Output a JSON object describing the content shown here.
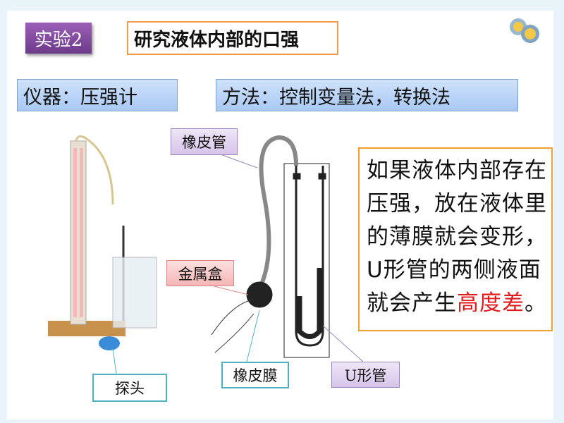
{
  "header": {
    "experiment_label": "实验2",
    "title": "研究液体内部的口强"
  },
  "info": {
    "instrument": "仪器：压强计",
    "method": "方法：控制变量法，转换法"
  },
  "labels": {
    "rubber_tube": "橡皮管",
    "metal_box": "金属盒",
    "rubber_membrane": "橡皮膜",
    "u_tube": "U形管",
    "probe": "探头"
  },
  "description": {
    "lines": [
      "如果液体内部存在",
      "压强，放在液体里",
      "的薄膜就会变形，",
      "U形管的两侧液面"
    ],
    "last_prefix": "就会产生",
    "highlight": "高度差",
    "last_suffix": "。"
  },
  "colors": {
    "highlight": "#e21c1c",
    "purple": "#7a4596",
    "orange": "#f09a4a"
  }
}
